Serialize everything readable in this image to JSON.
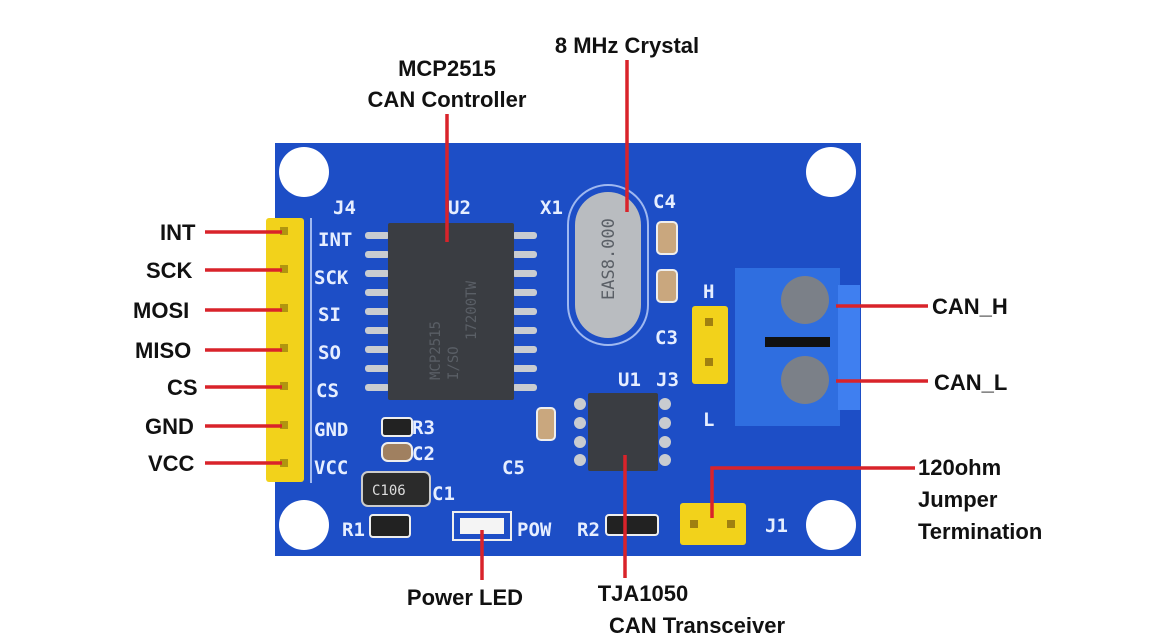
{
  "title": "MCP2515 CAN Bus Module Pinout",
  "callouts": {
    "crystal": "8 MHz Crystal",
    "controller_line1": "MCP2515",
    "controller_line2": "CAN Controller",
    "can_h": "CAN_H",
    "can_l": "CAN_L",
    "termination_line1": "120ohm",
    "termination_line2": "Jumper",
    "termination_line3": "Termination",
    "power_led": "Power LED",
    "transceiver_line1": "TJA1050",
    "transceiver_line2": "CAN Transceiver"
  },
  "pins": [
    "INT",
    "SCK",
    "MOSI",
    "MISO",
    "CS",
    "GND",
    "VCC"
  ],
  "silkscreen": {
    "j4": "J4",
    "u2": "U2",
    "x1": "X1",
    "c4": "C4",
    "h": "H",
    "c3": "C3",
    "u1": "U1",
    "j3": "J3",
    "l": "L",
    "c5": "C5",
    "r3": "R3",
    "c2": "C2",
    "c1": "C1",
    "r1": "R1",
    "pow": "POW",
    "r2": "R2",
    "j1": "J1",
    "pins": [
      "INT",
      "SCK",
      "SI",
      "SO",
      "CS",
      "GND",
      "VCC"
    ]
  },
  "parts": {
    "mcp_marking1": "MCP2515",
    "mcp_marking2": "I/SO",
    "mcp_marking3": "17200TW",
    "crystal_marking": "EAS8.000",
    "cap_marking": "C106"
  },
  "colors": {
    "board": "#1d4ec6",
    "callout_line": "#d9232a",
    "header": "#f2d21b"
  }
}
